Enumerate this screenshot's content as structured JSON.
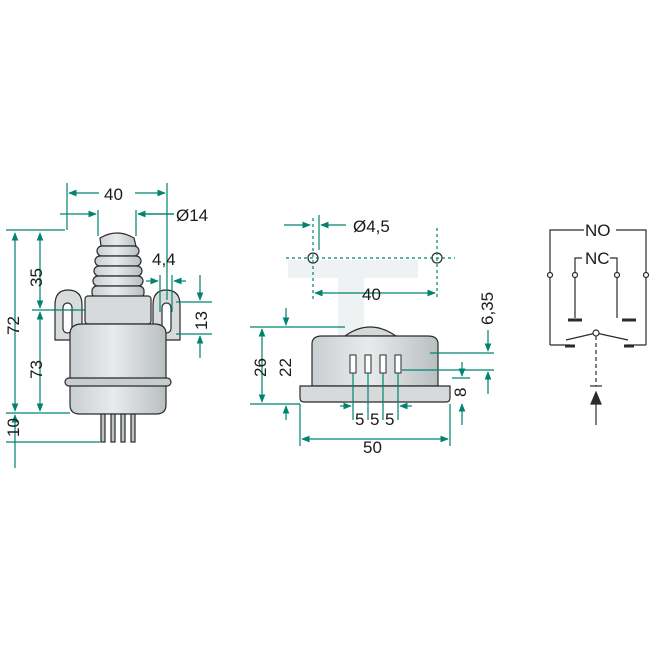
{
  "colors": {
    "dimension_line": "#00836f",
    "outline": "#2b2b2b",
    "body_fill": "#dcdfe0",
    "body_fill_dark": "#c3c8ca",
    "watermark": "#eef2f2"
  },
  "front_view": {
    "width_40": "40",
    "diameter_14": "Ø14",
    "height_35": "35",
    "height_72": "72",
    "height_73": "73",
    "pins_10": "10",
    "slot_4_4": "4,4",
    "slot_13": "13"
  },
  "side_view": {
    "hole_diameter": "Ø4,5",
    "hole_spacing_40": "40",
    "height_26": "26",
    "height_22": "22",
    "offset_6_35": "6,35",
    "base_8": "8",
    "pitch_a": "5",
    "pitch_b": "5",
    "pitch_c": "5",
    "width_50": "50"
  },
  "schematic": {
    "no_label": "NO",
    "nc_label": "NC"
  }
}
